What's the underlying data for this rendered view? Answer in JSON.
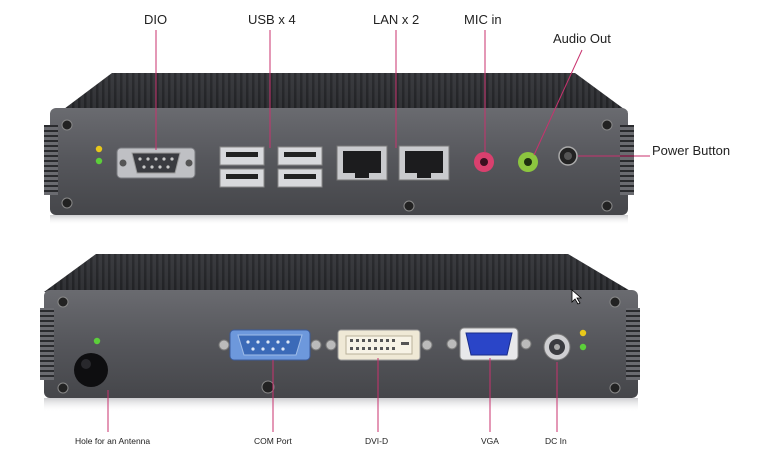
{
  "top_unit": {
    "labels": {
      "dio": "DIO",
      "usb": "USB x 4",
      "lan": "LAN x 2",
      "mic": "MIC in",
      "audio": "Audio Out",
      "power": "Power Button"
    }
  },
  "bottom_unit": {
    "labels": {
      "antenna": "Hole for an Antenna",
      "com": "COM Port",
      "dvi": "DVI-D",
      "vga": "VGA",
      "dc": "DC In"
    }
  },
  "colors": {
    "leader_line": "#c8326e",
    "chassis": "#55565b",
    "heatsink": "#2a2b2e",
    "mic_jack": "#d9406e",
    "audio_jack": "#8cc63f",
    "vga_port": "#2a45c8",
    "com_port": "#5b8fd8",
    "led_yellow": "#e8c81a",
    "led_green": "#5ccf3a"
  }
}
